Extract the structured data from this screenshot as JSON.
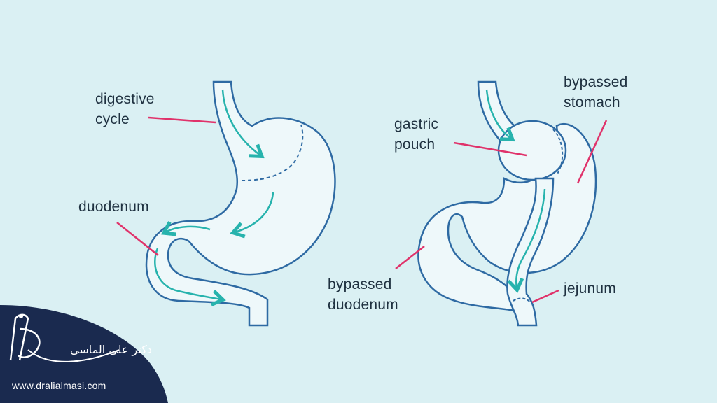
{
  "colors": {
    "background": "#daf0f3",
    "organ_fill": "#eef8fa",
    "outline": "#2e6aa3",
    "arrow": "#27b3ad",
    "pointer": "#e0326a",
    "brand_navy": "#1a2a4f",
    "text": "#1f3140"
  },
  "labels": {
    "digestive_cycle": "digestive\ncycle",
    "duodenum": "duodenum",
    "gastric_pouch": "gastric\npouch",
    "bypassed_stomach": "bypassed\nstomach",
    "bypassed_duodenum": "bypassed\nduodenum",
    "jejunum": "jejunum"
  },
  "brand": {
    "website": "www.dralialmasi.com",
    "logo_text": "دکتر علی الماسی"
  }
}
